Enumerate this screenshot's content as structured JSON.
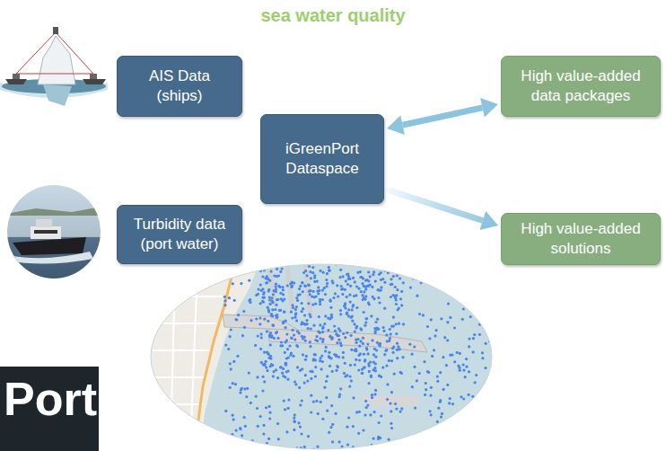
{
  "diagram": {
    "title": "sea water quality",
    "nodes": [
      {
        "text": [
          "AIS Data (ships)"
        ]
      },
      {
        "text": [
          "High value-added data packages"
        ]
      },
      {
        "text": [
          "iGreenPort Dataspace"
        ]
      },
      {
        "text": [
          "Turbidity data (port water)"
        ]
      },
      {
        "text": [
          "High value-added solutions"
        ]
      }
    ],
    "edges": [
      {
        "from": 2,
        "to": 1,
        "arrow": "both"
      },
      {
        "from": 2,
        "to": 4,
        "arrow": "to"
      }
    ],
    "labels": [
      "Port"
    ]
  }
}
